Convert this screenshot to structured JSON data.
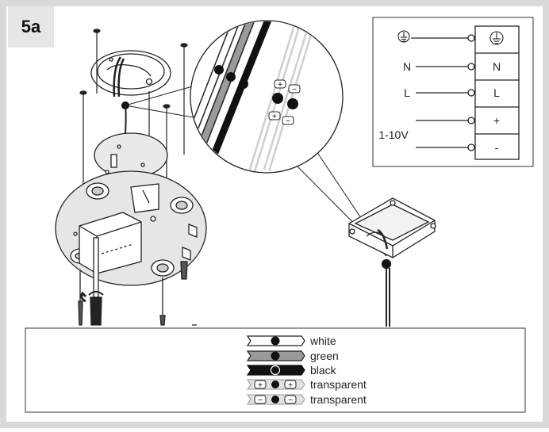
{
  "step": "5a",
  "wiring_table": {
    "ground_symbol_name": "ground-icon",
    "terminals": [
      {
        "left_label": "",
        "terminal_label": "",
        "symbol": "ground-icon"
      },
      {
        "left_label": "N",
        "terminal_label": "N"
      },
      {
        "left_label": "L",
        "terminal_label": "L"
      },
      {
        "left_label": "",
        "terminal_label": "+"
      },
      {
        "left_label": "",
        "terminal_label": "-"
      }
    ],
    "dim_label": "1-10V"
  },
  "legend": {
    "items": [
      {
        "label": "white",
        "cable": "white"
      },
      {
        "label": "green",
        "cable": "green"
      },
      {
        "label": "black",
        "cable": "black"
      },
      {
        "label": "transparent",
        "cable": "transparent-plus",
        "marker": "+"
      },
      {
        "label": "transparent",
        "cable": "transparent-minus",
        "marker": "−"
      }
    ]
  },
  "zoom": {
    "plus_marker": "+",
    "minus_marker": "−"
  },
  "colors": {
    "frame": "#d9d9d9",
    "line": "#222222",
    "green_cable": "#9a9a9a",
    "light_cable": "#cfcfcf"
  }
}
